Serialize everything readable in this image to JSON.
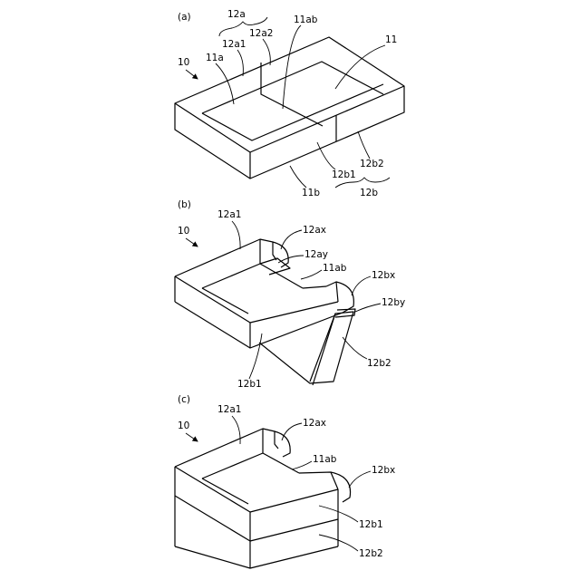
{
  "panels": {
    "a": {
      "panel_label": "(a)",
      "labels": {
        "ref_10": "10",
        "l_12a": "12a",
        "l_12a1": "12a1",
        "l_12a2": "12a2",
        "l_11a": "11a",
        "l_11ab": "11ab",
        "l_11": "11",
        "l_12b1": "12b1",
        "l_12b2": "12b2",
        "l_11b": "11b",
        "l_12b": "12b"
      }
    },
    "b": {
      "panel_label": "(b)",
      "labels": {
        "ref_10": "10",
        "l_12a1": "12a1",
        "l_12ax": "12ax",
        "l_12ay": "12ay",
        "l_11ab": "11ab",
        "l_12bx": "12bx",
        "l_12by": "12by",
        "l_12b1": "12b1",
        "l_12b2": "12b2"
      }
    },
    "c": {
      "panel_label": "(c)",
      "labels": {
        "ref_10": "10",
        "l_12a1": "12a1",
        "l_12ax": "12ax",
        "l_11ab": "11ab",
        "l_12bx": "12bx",
        "l_12b1": "12b1",
        "l_12b2": "12b2"
      }
    }
  }
}
